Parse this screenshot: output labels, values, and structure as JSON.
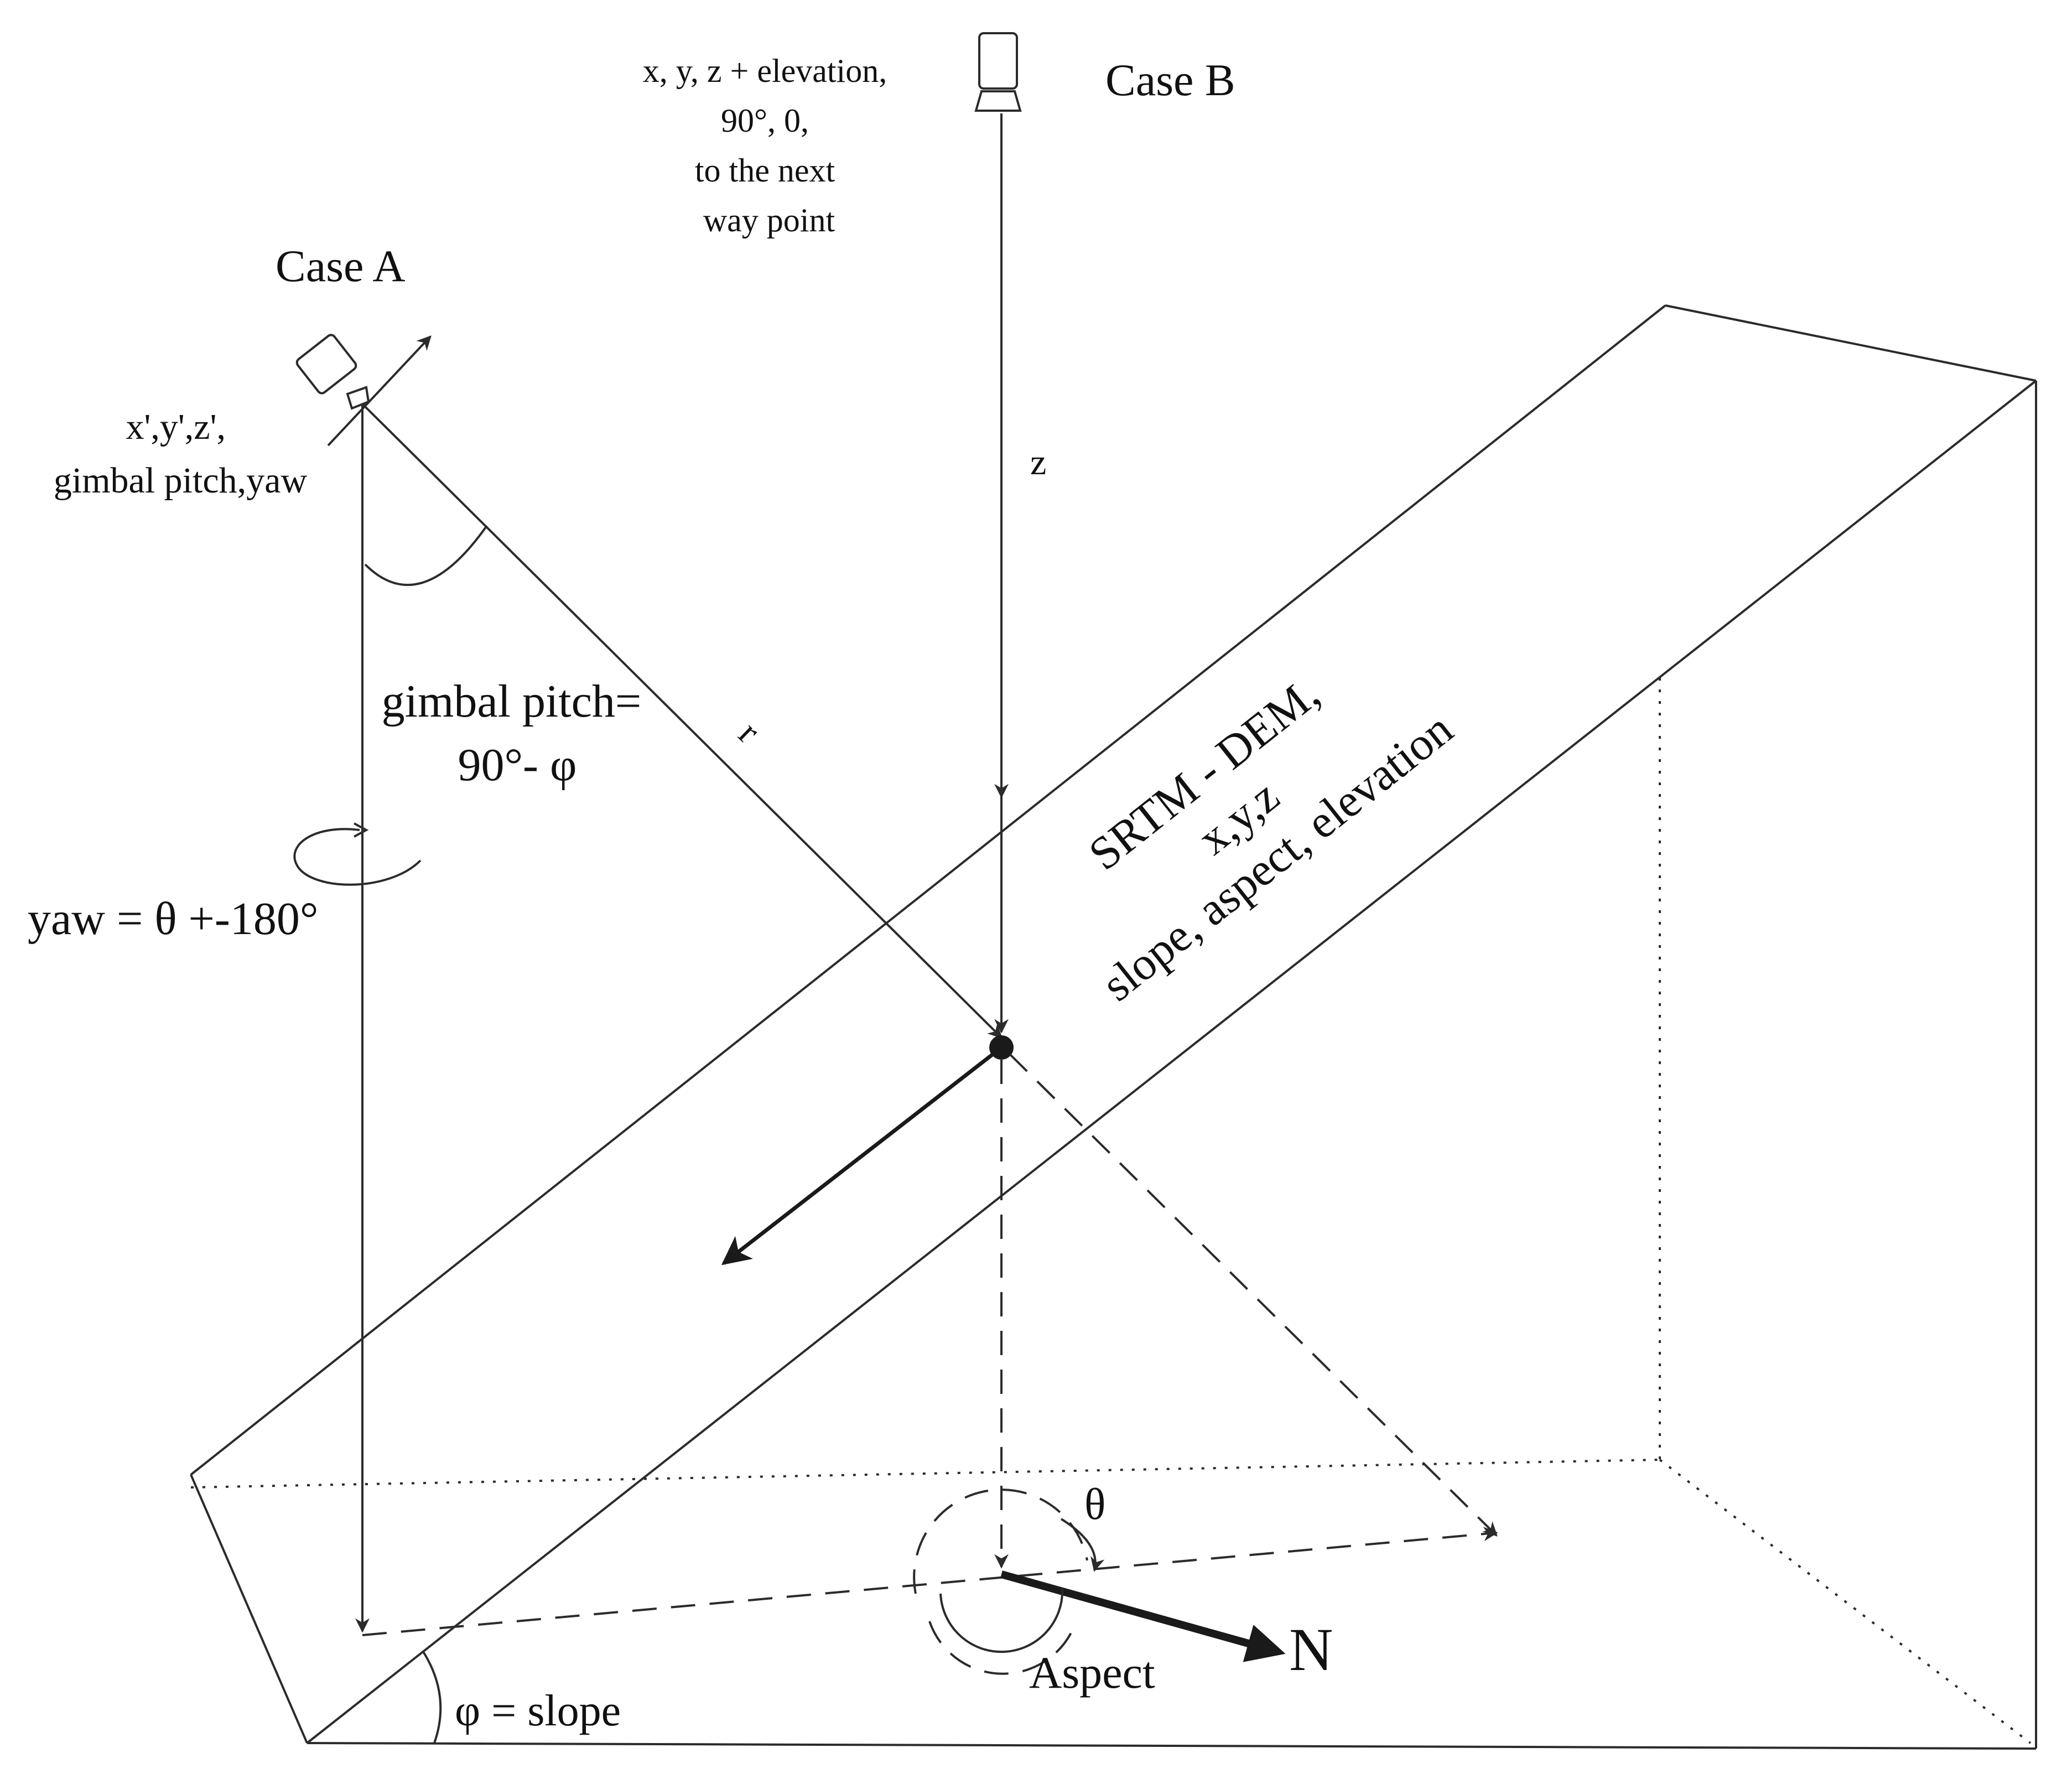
{
  "labels": {
    "case_a": "Case A",
    "case_b": "Case B",
    "case_a_coords_line1": "x',y',z',",
    "case_a_coords_line2": "gimbal pitch,yaw",
    "case_b_params": [
      "x, y, z + elevation,",
      "90°, 0,",
      "to the next",
      "way point"
    ],
    "z_axis": "z",
    "r_axis": "r",
    "gimbal_pitch_line1": "gimbal pitch=",
    "gimbal_pitch_line2": "90°- φ",
    "yaw_formula": "yaw = θ +-180°",
    "dem_lines": [
      "SRTM - DEM,",
      "x,y,z",
      "slope, aspect, elevation"
    ],
    "theta": "θ",
    "aspect": "Aspect",
    "north": "N",
    "slope": "φ = slope"
  },
  "icons": {
    "camera_a": "drone-camera-icon",
    "camera_b": "drone-camera-icon",
    "rotation": "rotation-arrow-icon"
  }
}
